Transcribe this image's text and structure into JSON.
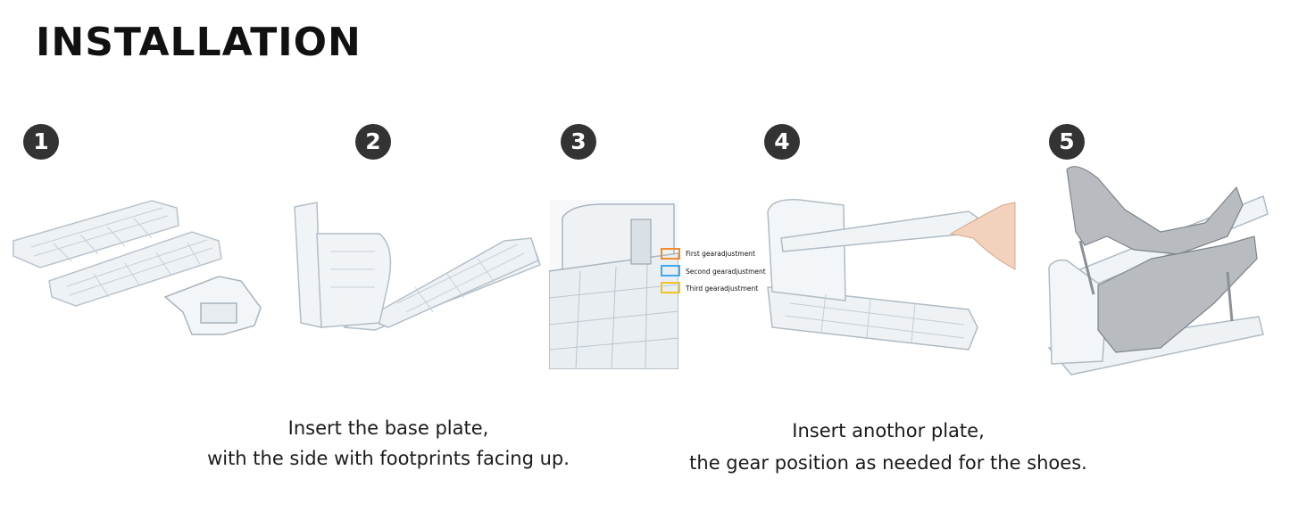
{
  "title": "INSTALLATION",
  "steps": [
    {
      "number": "1"
    },
    {
      "number": "2"
    },
    {
      "number": "3"
    },
    {
      "number": "4"
    },
    {
      "number": "5"
    }
  ],
  "gear_labels": [
    {
      "text": "First gearadjustment",
      "color": "#f28c28"
    },
    {
      "text": "Second gearadjustment",
      "color": "#3fa9f5"
    },
    {
      "text": "Third gearadjustment",
      "color": "#f2c22c"
    }
  ],
  "captions": {
    "left": {
      "line1": "Insert the base plate,",
      "line2": "with the side with footprints facing up."
    },
    "right": {
      "line1": "Insert anothor plate,",
      "line2": "the gear position as needed for the shoes."
    }
  },
  "colors": {
    "badge": "#333333",
    "plastic": "#c9d3da",
    "shoe_silver": "#b8bcc0"
  }
}
